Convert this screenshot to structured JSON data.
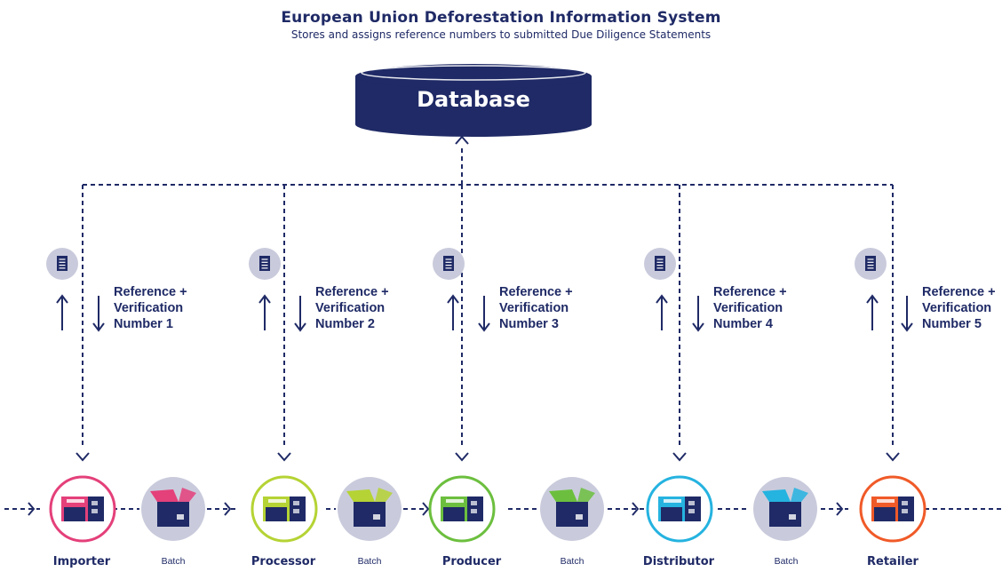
{
  "header": {
    "title": "European Union Deforestation Information System",
    "subtitle": "Stores and assigns reference numbers to submitted Due Diligence Statements"
  },
  "database": {
    "label": "Database"
  },
  "references": [
    {
      "line1": "Reference +",
      "line2": "Verification",
      "line3": "Number 1"
    },
    {
      "line1": "Reference +",
      "line2": "Verification",
      "line3": "Number 2"
    },
    {
      "line1": "Reference +",
      "line2": "Verification",
      "line3": "Number 3"
    },
    {
      "line1": "Reference +",
      "line2": "Verification",
      "line3": "Number 4"
    },
    {
      "line1": "Reference +",
      "line2": "Verification",
      "line3": "Number 5"
    }
  ],
  "nodes": [
    {
      "label": "Importer",
      "color": "#e4407a"
    },
    {
      "label": "Processor",
      "color": "#b5d334"
    },
    {
      "label": "Producer",
      "color": "#6cbf3e"
    },
    {
      "label": "Distributor",
      "color": "#25b3e0"
    },
    {
      "label": "Retailer",
      "color": "#f05a28"
    }
  ],
  "batches": [
    {
      "label": "Batch",
      "color": "#e4407a"
    },
    {
      "label": "Batch",
      "color": "#b5d334"
    },
    {
      "label": "Batch",
      "color": "#6cbf3e"
    },
    {
      "label": "Batch",
      "color": "#25b3e0"
    }
  ],
  "colors": {
    "navy": "#1f2a66",
    "icon_bg": "#c9cbdc",
    "batch_bg": "#c9cbdc"
  }
}
